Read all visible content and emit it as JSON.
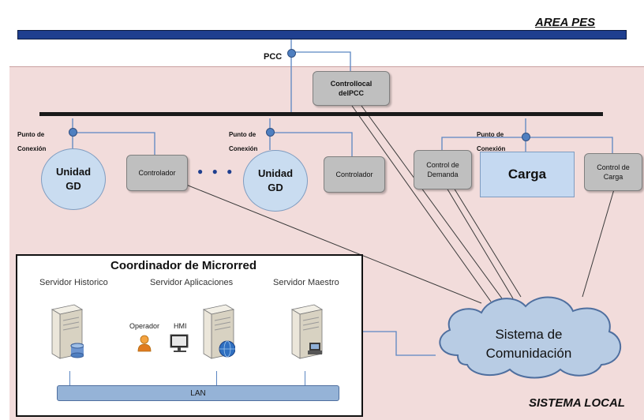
{
  "area_pes": "AREA PES",
  "sistema_local": "SISTEMA LOCAL",
  "pcc": "PCC",
  "control_pcc": [
    "Controllocal",
    "delPCC"
  ],
  "punto_conexion": [
    "Punto de",
    "Conexión"
  ],
  "unidad_gd": [
    "Unidad",
    "GD"
  ],
  "controlador": "Controlador",
  "ellipsis": "● ● ●",
  "control_demanda": [
    "Control de",
    "Demanda"
  ],
  "carga": "Carga",
  "control_carga": [
    "Control de",
    "Carga"
  ],
  "coordinador": {
    "title": "Coordinador de Microrred",
    "servers": [
      "Servidor Historico",
      "Servidor Aplicaciones",
      "Servidor Maestro"
    ],
    "operador": "Operador",
    "hmi": "HMI",
    "lan": "LAN"
  },
  "sistema_comunicacion": [
    "Sistema de",
    "Comunidación"
  ],
  "colors": {
    "local_bg": "#f2dcdb",
    "bus": "#1f3f8f",
    "box_gray": "#bfbfbf",
    "circle_blue": "#c9dcf0",
    "carga_blue": "#c5d9f1",
    "cloud": "#b8cce4",
    "lan": "#95b3d7"
  }
}
